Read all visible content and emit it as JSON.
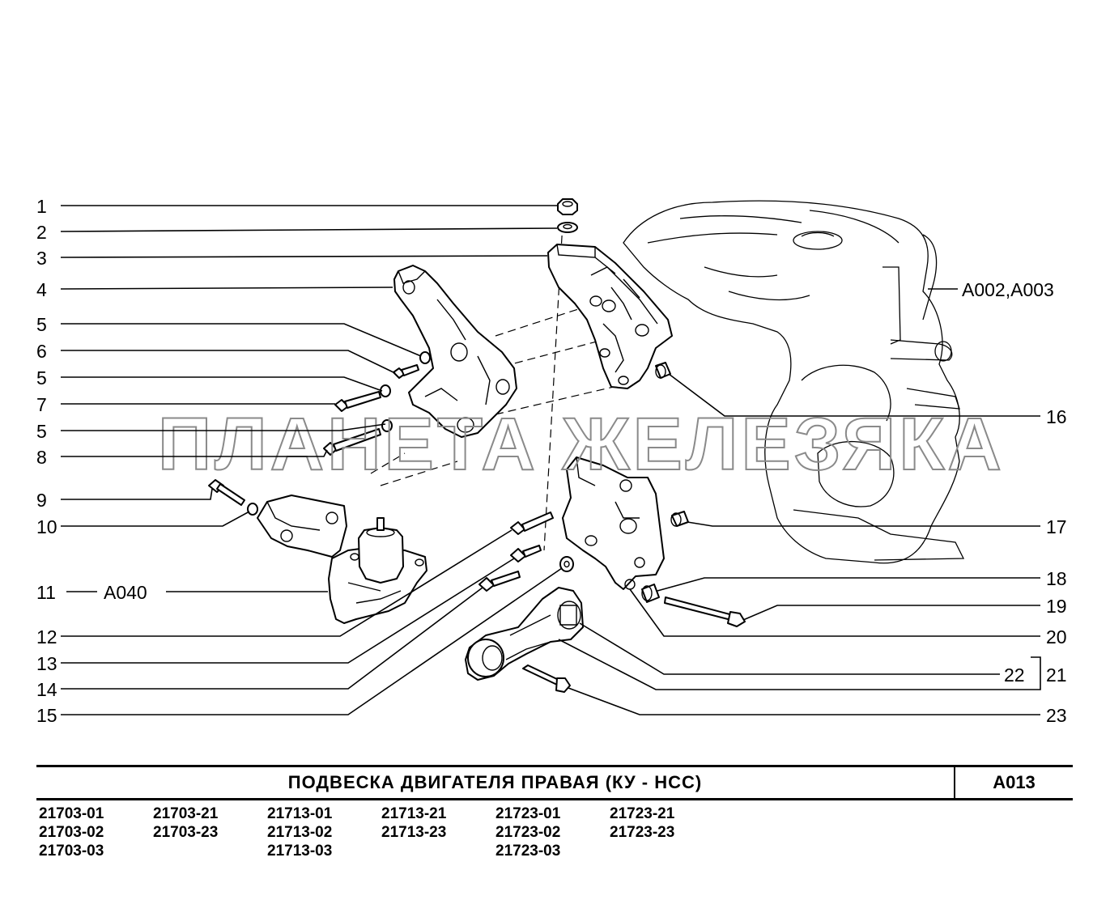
{
  "callouts_left": [
    "1",
    "2",
    "3",
    "4",
    "5",
    "6",
    "5",
    "7",
    "5",
    "8",
    "9",
    "10",
    "11",
    "12",
    "13",
    "14",
    "15"
  ],
  "callouts_right": [
    "16",
    "17",
    "18",
    "19",
    "20",
    "22",
    "21",
    "23"
  ],
  "ref_labels": {
    "engine": "A002,A003",
    "mount": "A040"
  },
  "watermark": "ПЛАНЕТА ЖЕЛЕЗЯКА",
  "title": "ПОДВЕСКА   ДВИГАТЕЛЯ   ПРАВАЯ  (КУ - НСС)",
  "sheet_code": "A013",
  "models": [
    [
      "21703-01",
      "21703-02",
      "21703-03"
    ],
    [
      "21703-21",
      "21703-23"
    ],
    [
      "21713-01",
      "21713-02",
      "21713-03"
    ],
    [
      "21713-21",
      "21713-23"
    ],
    [
      "21723-01",
      "21723-02",
      "21723-03"
    ],
    [
      "21723-21",
      "21723-23"
    ]
  ]
}
